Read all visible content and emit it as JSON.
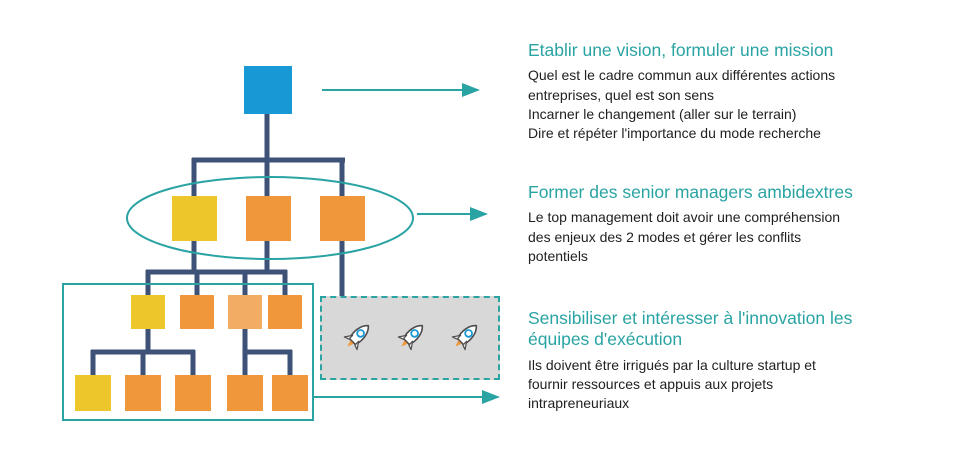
{
  "annotations": [
    {
      "title": "Etablir une vision, formuler une mission",
      "body": "Quel est le cadre commun aux différentes actions\nentreprises, quel est son sens\nIncarner le changement (aller sur le terrain)\nDire et répéter l'importance du mode recherche"
    },
    {
      "title": "Former des senior managers ambidextres",
      "body": "Le top management doit avoir une compréhension\ndes enjeux des 2 modes et gérer les conflits\npotentiels"
    },
    {
      "title": "Sensibiliser et intéresser à l'innovation les\néquipes d'exécution",
      "body": "Ils doivent être irrigués par la culture startup et\nfournir ressources et appuis aux projets\nintrapreneuriaux"
    }
  ],
  "diagram": {
    "org_levels": [
      {
        "name": "top-management",
        "node_colors": [
          "blue"
        ]
      },
      {
        "name": "senior-managers",
        "node_colors": [
          "yellow",
          "orange",
          "orange"
        ]
      },
      {
        "name": "middle-management",
        "node_colors": [
          "yellow",
          "orange",
          "light-orange",
          "orange"
        ]
      },
      {
        "name": "execution-teams",
        "node_colors": [
          "yellow",
          "orange",
          "orange",
          "orange",
          "orange"
        ]
      }
    ],
    "rocket_count": 3,
    "colors": {
      "blue": "#1899D6",
      "yellow": "#EDC62C",
      "orange": "#F0973C",
      "light_orange": "#F3AC63",
      "connector_navy": "#3E5177",
      "accent_teal": "#2AA3A3",
      "rocket_box_gray": "#D8D8D8"
    }
  }
}
